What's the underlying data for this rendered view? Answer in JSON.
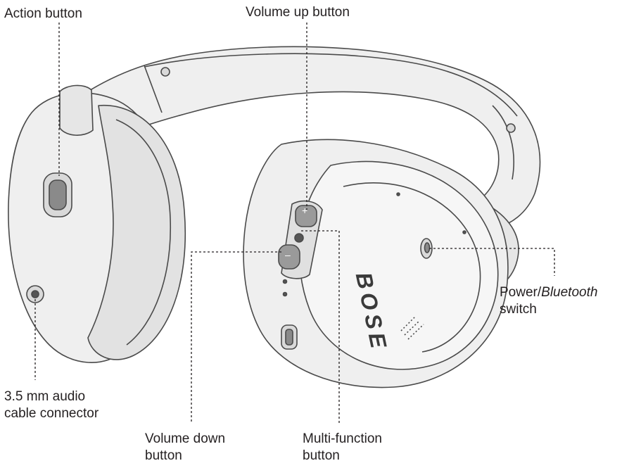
{
  "callouts": {
    "action_button": "Action button",
    "volume_up": "Volume up button",
    "power_bluetooth_line1_prefix": "Power/",
    "power_bluetooth_line1_italic": "Bluetooth",
    "power_bluetooth_line2": "switch",
    "audio_connector_line1": "3.5 mm audio",
    "audio_connector_line2": "cable connector",
    "volume_down_line1": "Volume down",
    "volume_down_line2": "button",
    "multi_function_line1": "Multi-function",
    "multi_function_line2": "button"
  },
  "device": {
    "brand_logo": "BOSE",
    "volume_plus": "+",
    "volume_minus": "–"
  },
  "colors": {
    "line": "#4a4a4a",
    "fill": "#efefef",
    "shade": "#d9d9d9",
    "dark": "#555555",
    "text": "#231f20"
  }
}
